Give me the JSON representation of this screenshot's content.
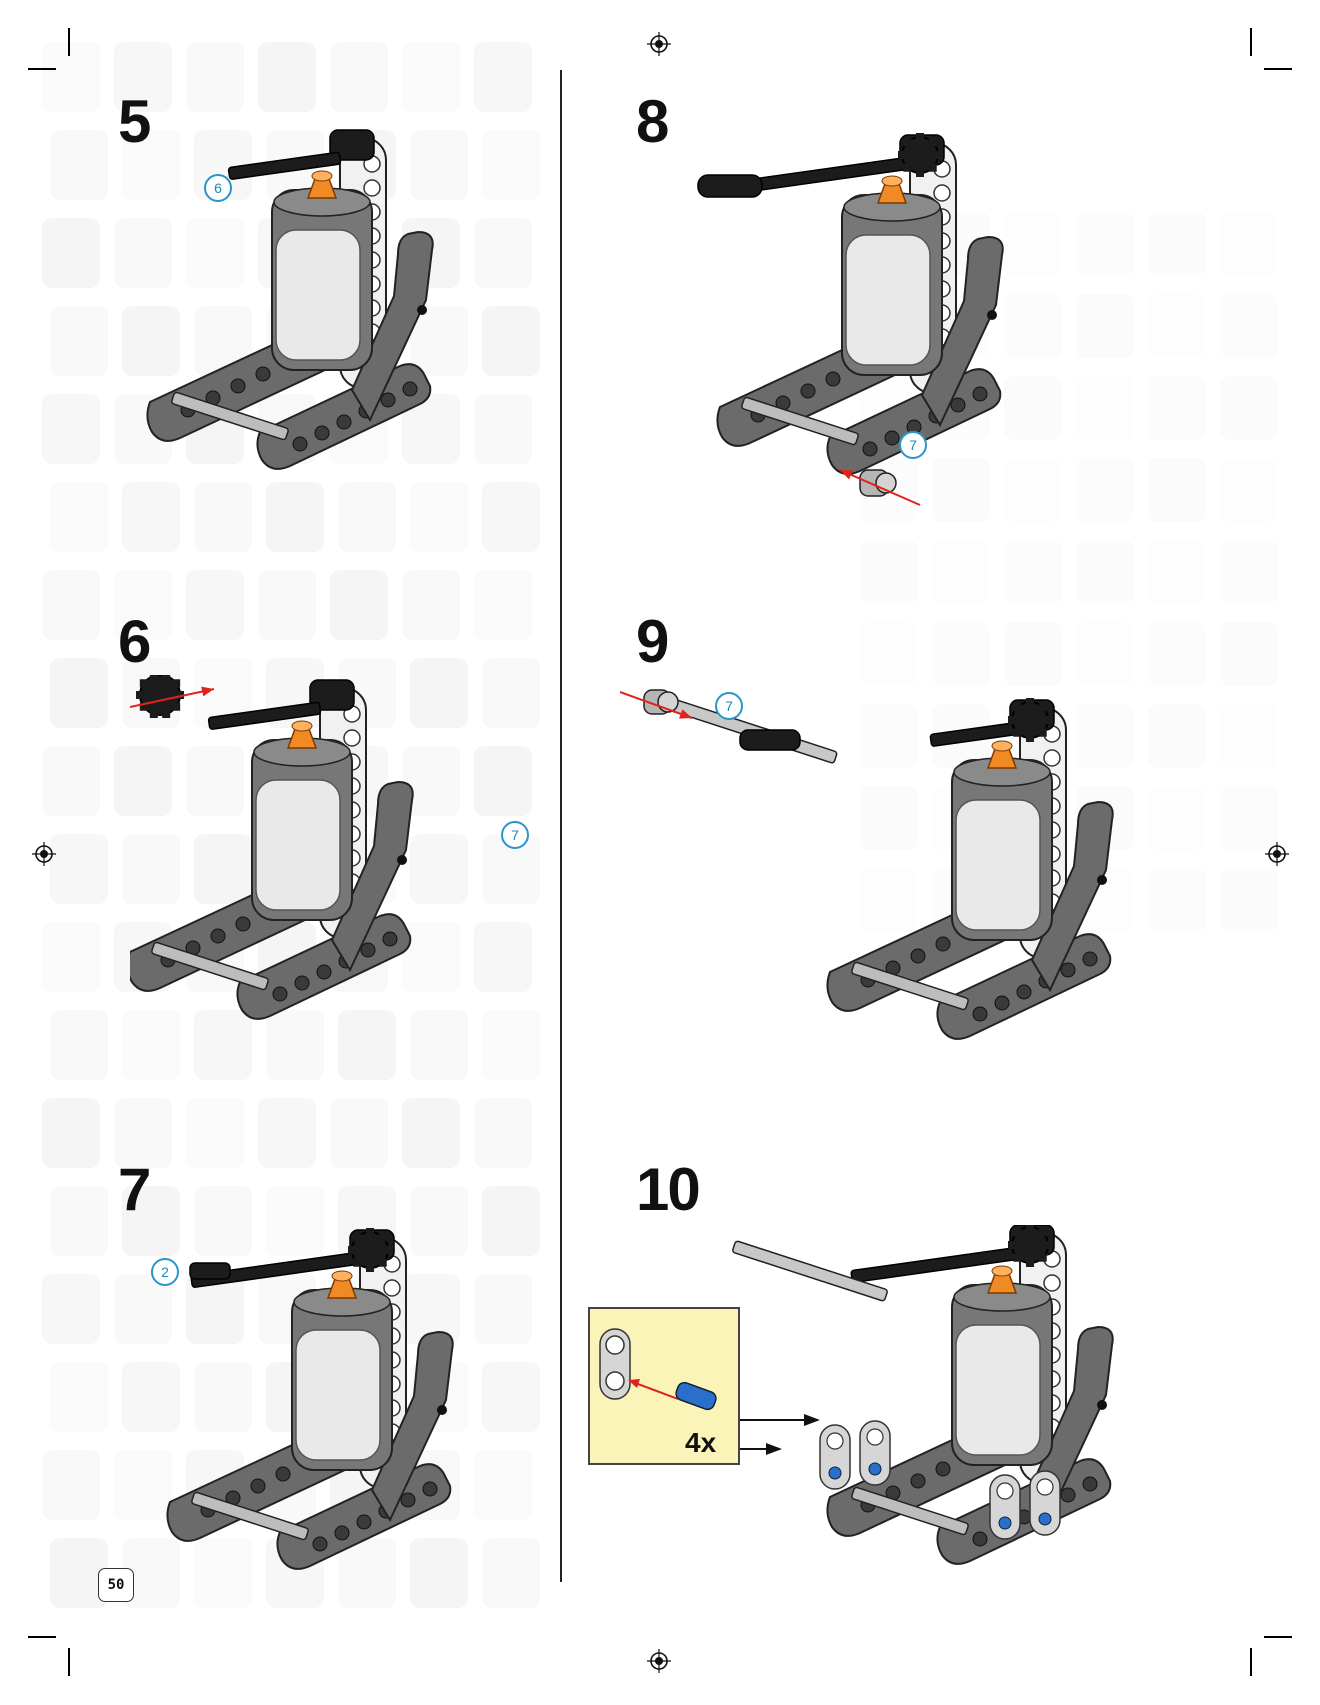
{
  "page": {
    "number": "50"
  },
  "steps": [
    {
      "number": "5",
      "callouts": [
        "6"
      ]
    },
    {
      "number": "6",
      "callouts": [
        "7"
      ]
    },
    {
      "number": "7",
      "callouts": [
        "2"
      ]
    },
    {
      "number": "8",
      "callouts": [
        "7"
      ]
    },
    {
      "number": "9",
      "callouts": [
        "7"
      ]
    },
    {
      "number": "10",
      "sub_assembly": {
        "multiplier": "4x"
      }
    }
  ],
  "colors": {
    "frame_gray": "#6b6b6b",
    "frame_dark": "#3a3a3a",
    "motor_white": "#e9e9e9",
    "motor_gray": "#777777",
    "axle_black": "#1c1c1c",
    "orange": "#f08a24",
    "arrow_red": "#e0231c",
    "callout_blue": "#2a95c8",
    "pin_blue": "#2a6fc9",
    "subbox_yellow": "#fbf4b8"
  }
}
